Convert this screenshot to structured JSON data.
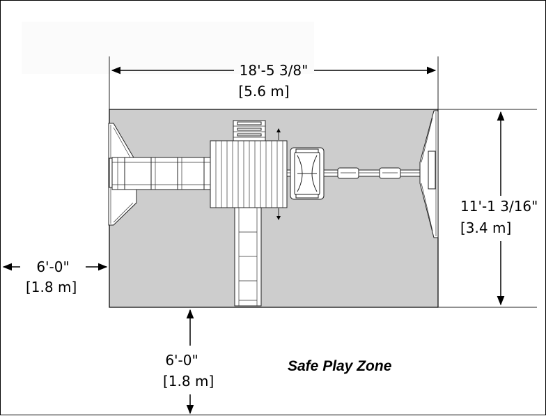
{
  "dimensions": {
    "width_imperial": "18'-5 3/8\"",
    "width_metric": "[5.6 m]",
    "depth_imperial": "11'-1 3/16\"",
    "depth_metric": "[3.4 m]",
    "side_clearance_imperial": "6'-0\"",
    "side_clearance_metric": "[1.8 m]",
    "front_clearance_imperial": "6'-0\"",
    "front_clearance_metric": "[1.8 m]"
  },
  "caption": "Safe Play Zone",
  "colors": {
    "zone_fill": "#cdcdcd",
    "line": "#000000",
    "structure": "#ffffff"
  }
}
